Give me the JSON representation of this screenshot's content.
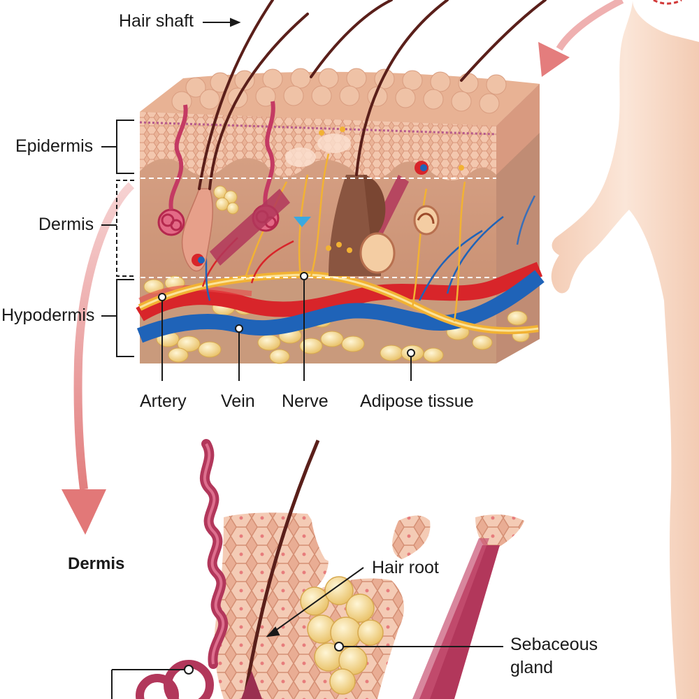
{
  "labels": {
    "hair_shaft": "Hair shaft",
    "epidermis": "Epidermis",
    "dermis": "Dermis",
    "hypodermis": "Hypodermis",
    "artery": "Artery",
    "vein": "Vein",
    "nerve": "Nerve",
    "adipose_tissue": "Adipose tissue",
    "dermis_detail_title": "Dermis",
    "hair_root": "Hair root",
    "sebaceous_gland_line1": "Sebaceous",
    "sebaceous_gland_line2": "gland"
  },
  "colors": {
    "skin_top": "#e9b79a",
    "epidermis": "#e6a58a",
    "dermis": "#c9977a",
    "artery": "#d8252a",
    "vein": "#1f63b8",
    "nerve": "#f2b233",
    "fat": "#f3d58a",
    "muscle": "#b2375b",
    "body": "#f7dccb",
    "arrow": "#e78c8c"
  }
}
